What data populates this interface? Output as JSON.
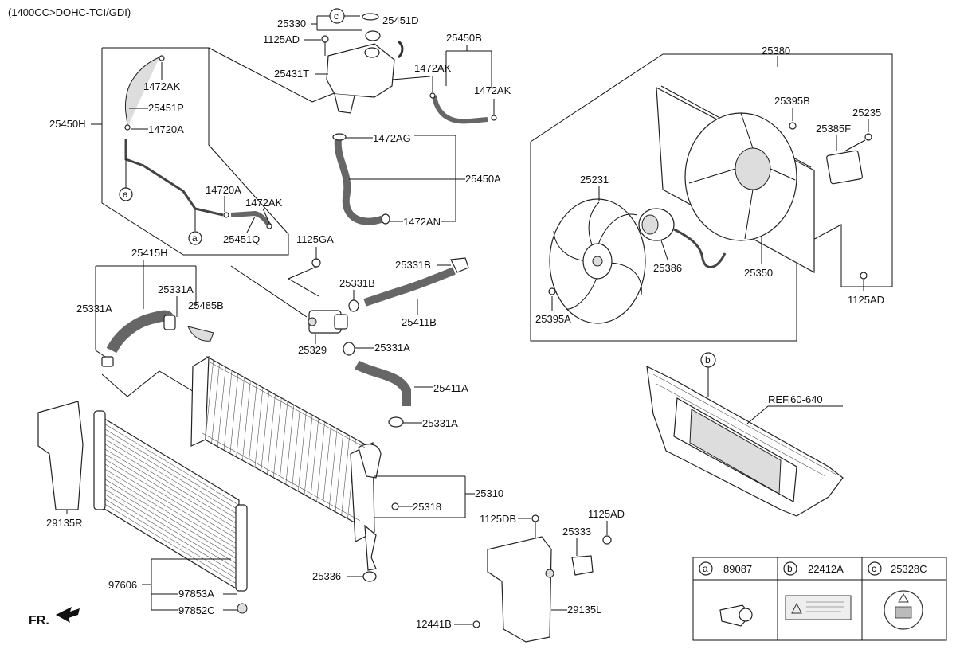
{
  "header": {
    "engine_spec": "(1400CC>DOHC-TCI/GDI)"
  },
  "labels": {
    "p25330": "25330",
    "p25451D": "25451D",
    "p1125AD_top": "1125AD",
    "p25431T": "25431T",
    "p25450B": "25450B",
    "p1472AK_b1": "1472AK",
    "p1472AK_b2": "1472AK",
    "p1472AG": "1472AG",
    "p25450A": "25450A",
    "p1472AN": "1472AN",
    "p25450H": "25450H",
    "p1472AK_h1": "1472AK",
    "p25451P": "25451P",
    "p14720A_1": "14720A",
    "p14720A_2": "14720A",
    "p1472AK_h2": "1472AK",
    "p25451Q": "25451Q",
    "p1125GA": "1125GA",
    "p25331B_1": "25331B",
    "p25331B_2": "25331B",
    "p25411B": "25411B",
    "p25329": "25329",
    "p25331A_m": "25331A",
    "p25411A": "25411A",
    "p25331A_r": "25331A",
    "p25415H": "25415H",
    "p25331A_l1": "25331A",
    "p25331A_l2": "25331A",
    "p25485B": "25485B",
    "p25310": "25310",
    "p25318": "25318",
    "p25336": "25336",
    "p29135R": "29135R",
    "p97606": "97606",
    "p97853A": "97853A",
    "p97852C": "97852C",
    "p1125DB": "1125DB",
    "p1125AD_mid": "1125AD",
    "p25333": "25333",
    "p29135L": "29135L",
    "p12441B": "12441B",
    "p25380": "25380",
    "p25395B": "25395B",
    "p25235": "25235",
    "p25385F": "25385F",
    "p25231": "25231",
    "p25386": "25386",
    "p25350": "25350",
    "p25395A": "25395A",
    "p1125AD_r": "1125AD",
    "ref": "REF.60-640",
    "front": "FR."
  },
  "callouts": {
    "a": "a",
    "b": "b",
    "c": "c"
  },
  "legend": [
    {
      "letter": "a",
      "part": "89087"
    },
    {
      "letter": "b",
      "part": "22412A"
    },
    {
      "letter": "c",
      "part": "25328C"
    }
  ]
}
